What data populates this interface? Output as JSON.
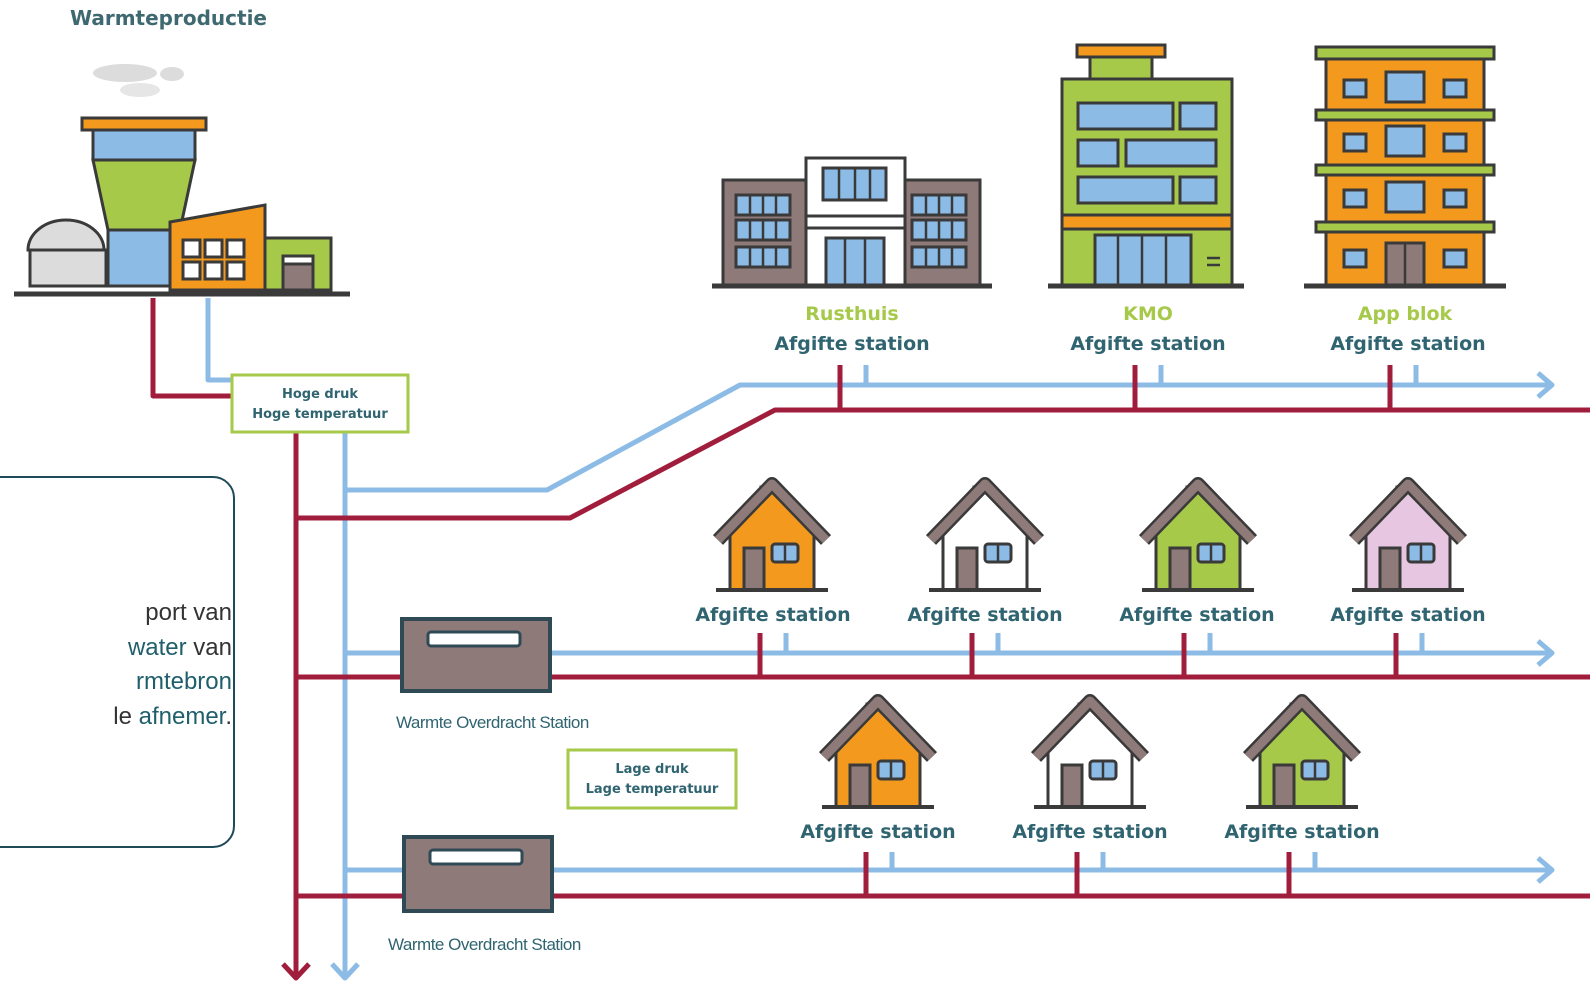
{
  "title": "Warmteproductie",
  "pressure_boxes": {
    "high": [
      "Hoge druk",
      "Hoge temperatuur"
    ],
    "low": [
      "Lage druk",
      "Lage temperatuur"
    ]
  },
  "buildings": [
    {
      "name": "Rusthuis",
      "station": "Afgifte station"
    },
    {
      "name": "KMO",
      "station": "Afgifte station"
    },
    {
      "name": "App blok",
      "station": "Afgifte station"
    }
  ],
  "houses_row1": [
    "Afgifte station",
    "Afgifte station",
    "Afgifte station",
    "Afgifte station"
  ],
  "houses_row2": [
    "Afgifte station",
    "Afgifte station",
    "Afgifte station"
  ],
  "exchangers": [
    "Warmte Overdracht Station",
    "Warmte Overdracht Station"
  ],
  "callout": {
    "t1": "port van",
    "t2": "water",
    "t3": " van",
    "t4": "rmtebron",
    "t5": "le ",
    "t6": "afnemer",
    "t7": "."
  },
  "colors": {
    "supply_pipe": "#a01e3c",
    "return_pipe": "#8cbbe6",
    "accent_green": "#a6c94a",
    "orange": "#f39a1e",
    "brown": "#8e7a78",
    "pink": "#e6c6e0"
  }
}
